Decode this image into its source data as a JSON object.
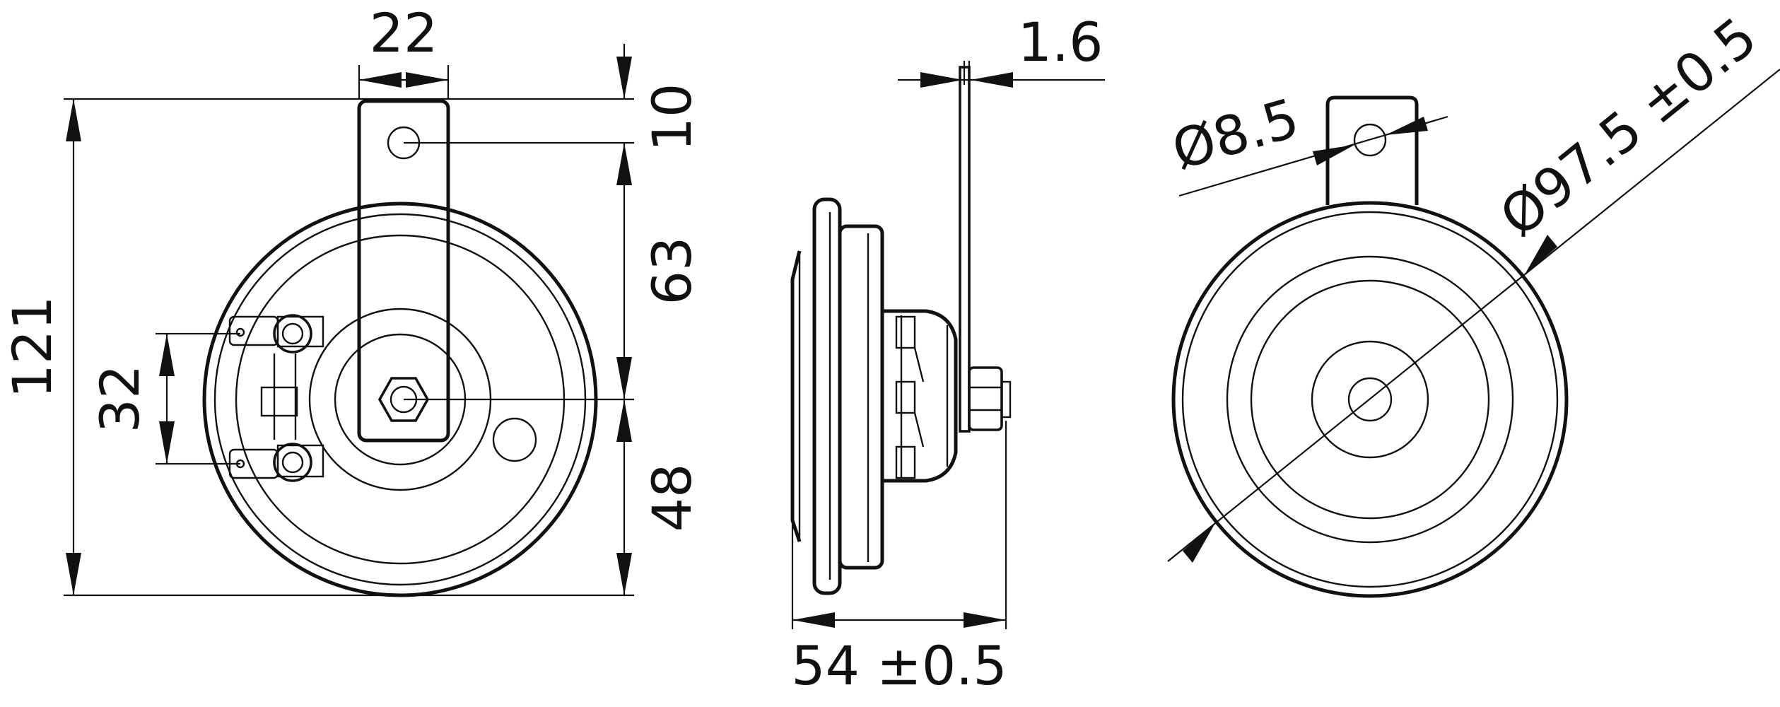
{
  "drawing": {
    "front_view": {
      "dim_width": "22",
      "dim_total_height": "121",
      "dim_terminal_spacing": "32",
      "dim_top_to_hole": "10",
      "dim_hole_to_center": "63",
      "dim_center_to_bottom": "48"
    },
    "side_view": {
      "dim_bracket_thickness": "1.6",
      "dim_depth": "54 ±0.5"
    },
    "rear_view": {
      "dim_hole_diameter": "Ø8.5",
      "dim_outer_diameter": "Ø97.5 ±0.5"
    }
  }
}
